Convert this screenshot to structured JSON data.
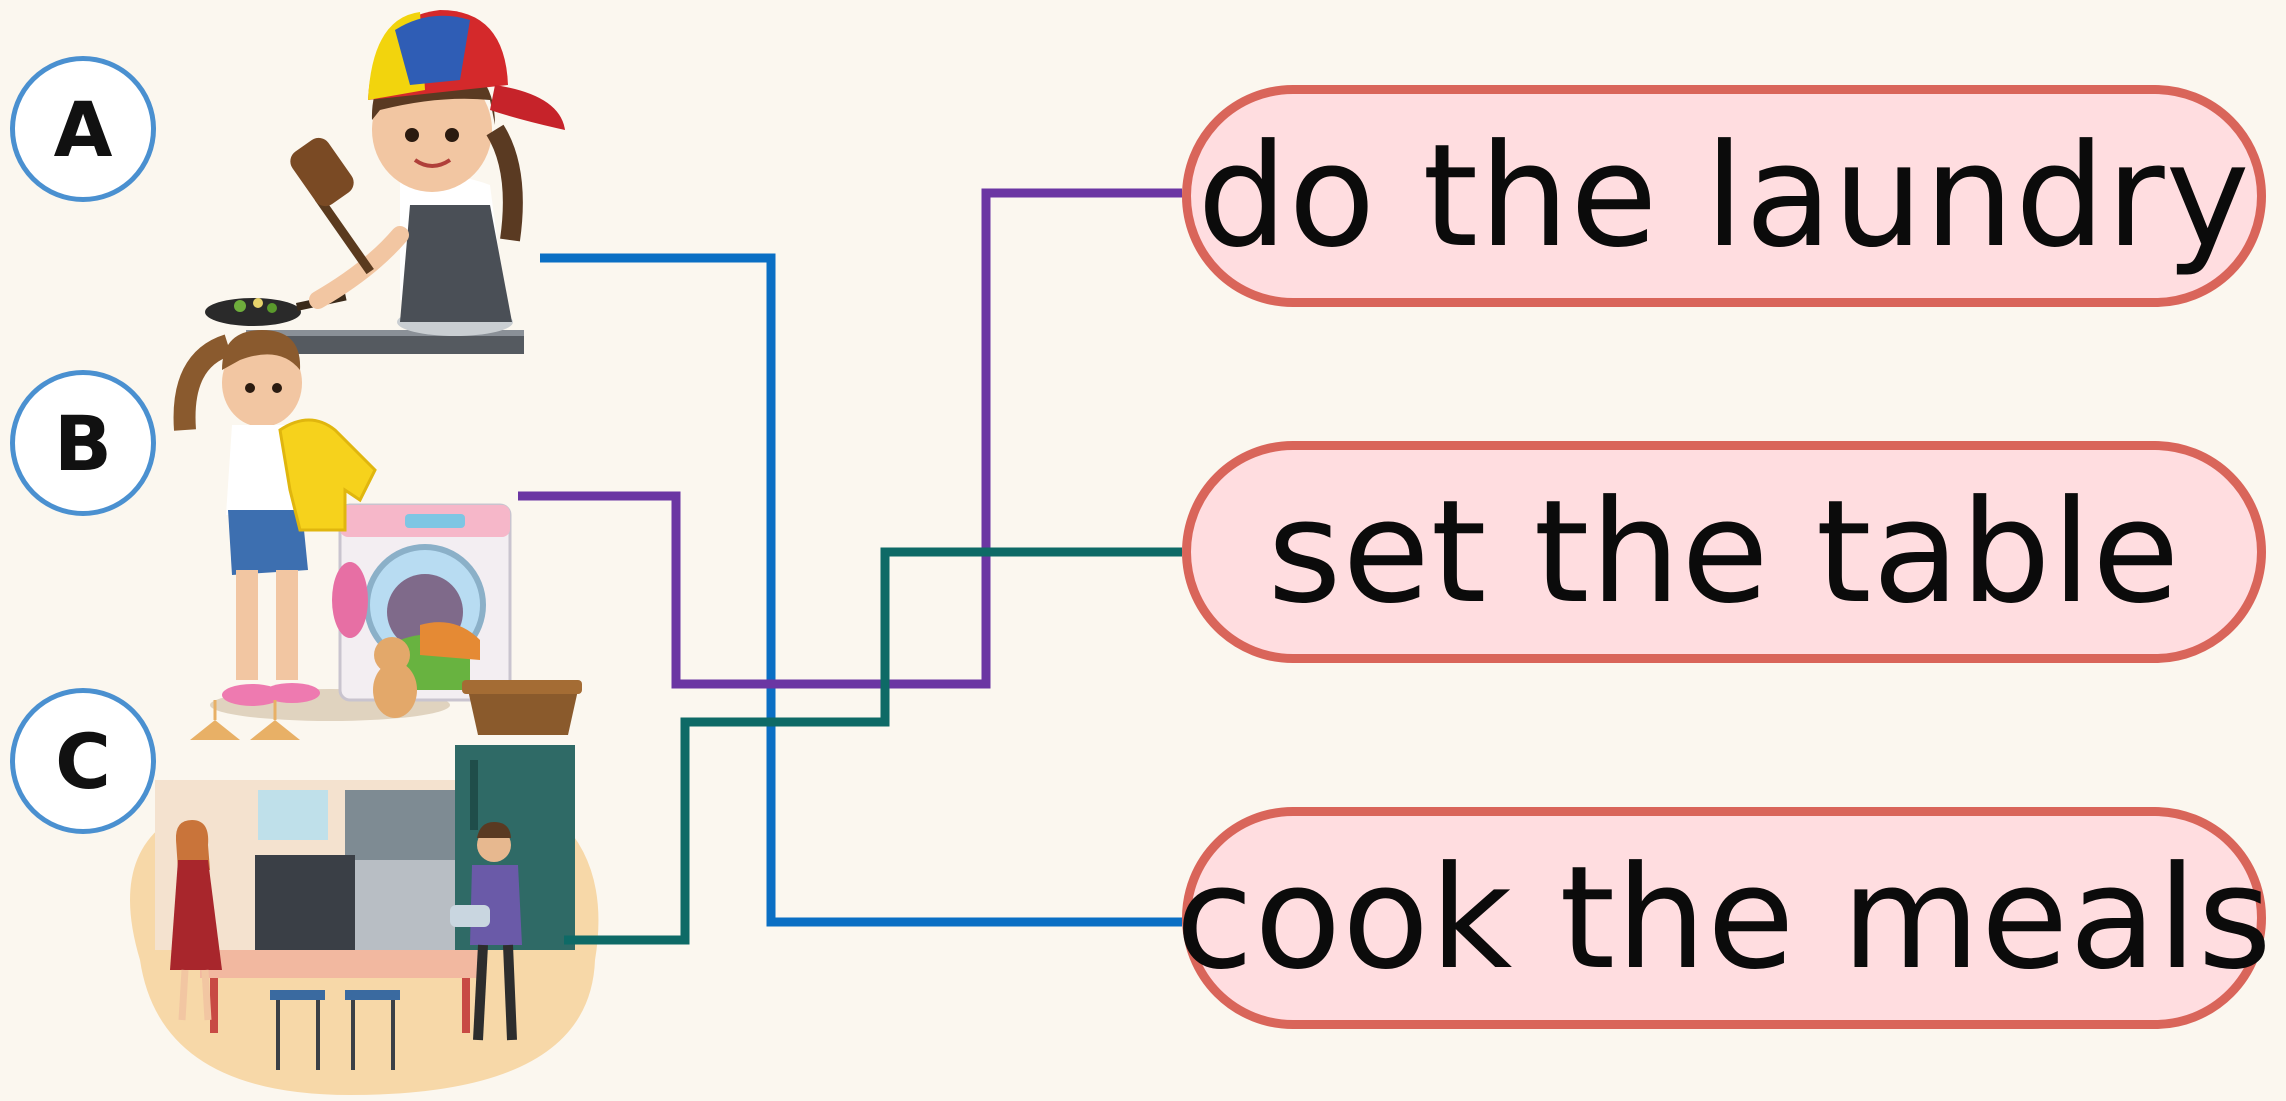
{
  "labels": {
    "a": "A",
    "b": "B",
    "c": "C"
  },
  "phrases": {
    "laundry": "do the laundry",
    "table": "set the table",
    "meals": "cook the meals"
  },
  "colors": {
    "line_a": "#0a6fc4",
    "line_b": "#6b36a3",
    "line_c": "#0e6a66",
    "pill_border": "#d9655a",
    "pill_fill": "#ffdde0",
    "circle_border": "#4a90d0"
  },
  "connections": [
    {
      "from": "A",
      "to": "cook the meals"
    },
    {
      "from": "B",
      "to": "do the laundry"
    },
    {
      "from": "C",
      "to": "set the table"
    }
  ]
}
